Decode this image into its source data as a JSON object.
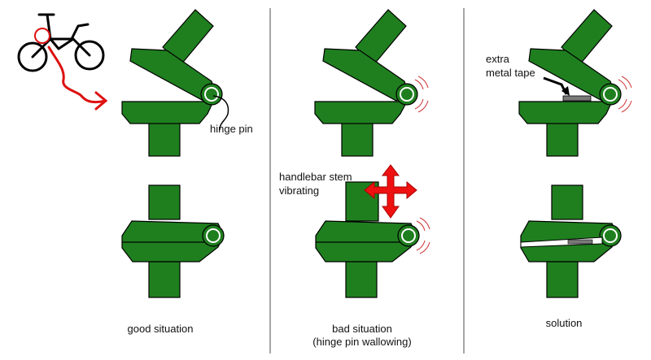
{
  "panels": [
    {
      "caption": "good situation",
      "caption_line2": ""
    },
    {
      "caption": "bad situation",
      "caption_line2": "(hinge pin wallowing)"
    },
    {
      "caption": "solution",
      "caption_line2": ""
    }
  ],
  "labels": {
    "hinge_pin": "hinge pin",
    "stem_vibrating_line1": "handlebar stem",
    "stem_vibrating_line2": "vibrating",
    "extra_tape_line1": "extra",
    "extra_tape_line2": "metal tape"
  },
  "colors": {
    "clamp_green": "#1f7f1f",
    "outline": "#000000",
    "pin_ring": "#ffffff",
    "arrow_red": "#ee1111",
    "vibration_mark": "#cc3333",
    "tape_gray": "#7a7a7a",
    "divider": "#888888"
  },
  "icons": [
    "bicycle-icon",
    "red-arrow-icon",
    "four-way-arrow-icon"
  ]
}
